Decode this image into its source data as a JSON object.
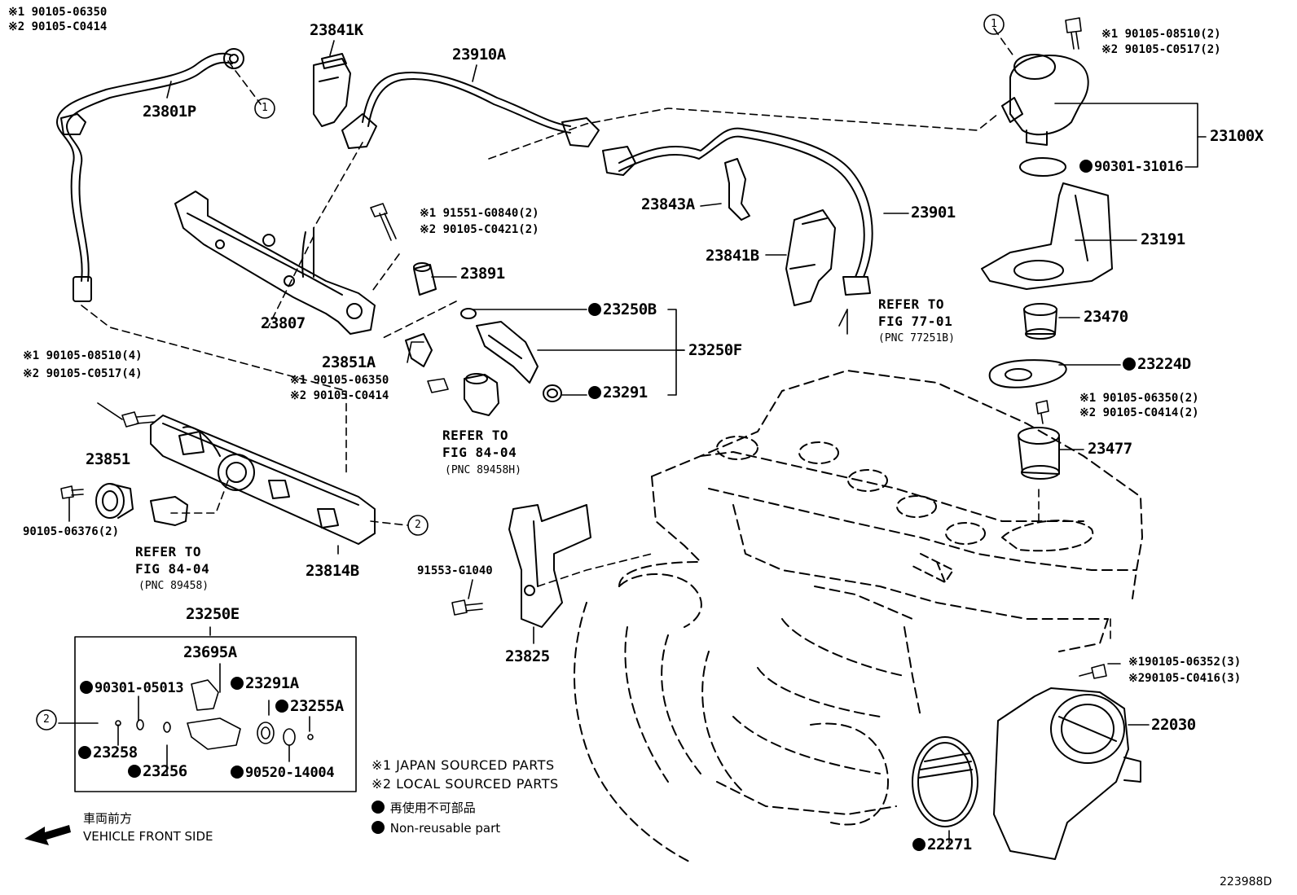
{
  "diagram_id": "223988D",
  "legend": {
    "japan": "※1 JAPAN SOURCED PARTS",
    "local": "※2 LOCAL SOURCED PARTS",
    "nonreusable_jp": "再使用不可部品",
    "nonreusable_en": "Non-reusable part",
    "front_jp": "車両前方",
    "front_en": "VEHICLE FRONT SIDE"
  },
  "callouts": {
    "one": "1",
    "two": "2"
  },
  "parts": {
    "p23801P": "23801P",
    "p23841K": "23841K",
    "p23910A": "23910A",
    "p23807": "23807",
    "p23891": "23891",
    "p23843A": "23843A",
    "p23841B": "23841B",
    "p23901": "23901",
    "p23100X": "23100X",
    "p90301_31016": "90301-31016",
    "p23191": "23191",
    "p23470": "23470",
    "p23224D": "23224D",
    "p23477": "23477",
    "p23250B": "23250B",
    "p23250F": "23250F",
    "p23291": "23291",
    "p23851A": "23851A",
    "p23851": "23851",
    "p90105_06376": "90105-06376(2)",
    "p23814B": "23814B",
    "p91553_G1040": "91553-G1040",
    "p23825": "23825",
    "p23250E": "23250E",
    "p23695A": "23695A",
    "p90301_05013": "90301-05013",
    "p23291A": "23291A",
    "p23255A": "23255A",
    "p23258": "23258",
    "p23256": "23256",
    "p90520_14004": "90520-14004",
    "p22030": "22030",
    "p22271": "22271"
  },
  "bolts": {
    "b1a": "※1 90105-06350",
    "b1b": "※2 90105-C0414",
    "b2a": "※1 90105-08510(2)",
    "b2b": "※2 90105-C0517(2)",
    "b3a": "※1 91551-G0840(2)",
    "b3b": "※2 90105-C0421(2)",
    "b4a": "※1 90105-06350",
    "b4b": "※2 90105-C0414",
    "b5a": "※1 90105-08510(4)",
    "b5b": "※2 90105-C0517(4)",
    "b6a": "※1 90105-06350(2)",
    "b6b": "※2 90105-C0414(2)",
    "b7a": "※190105-06352(3)",
    "b7b": "※290105-C0416(3)"
  },
  "refs": {
    "r1_l1": "REFER TO",
    "r1_l2": "FIG 77-01",
    "r1_l3": "(PNC 77251B)",
    "r2_l1": "REFER TO",
    "r2_l2": "FIG 84-04",
    "r2_l3": "(PNC 89458H)",
    "r3_l1": "REFER TO",
    "r3_l2": "FIG 84-04",
    "r3_l3": "(PNC 89458)"
  }
}
